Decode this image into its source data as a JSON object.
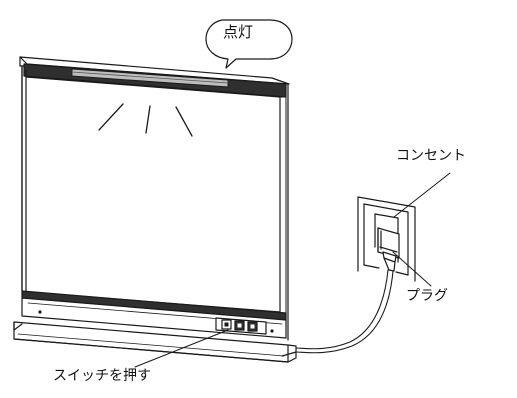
{
  "labels": {
    "light_on": "点灯",
    "outlet": "コンセント",
    "plug": "プラグ",
    "press_switch": "スイッチを押す"
  },
  "icons": [
    "speech-bubble-icon",
    "light-rays-icon",
    "wall-outlet-icon",
    "power-plug-icon",
    "switch-button-icon"
  ],
  "colors": {
    "line": "#1a1a1a",
    "dark_frame": "#2f2f2f",
    "face": "#ffffff"
  }
}
